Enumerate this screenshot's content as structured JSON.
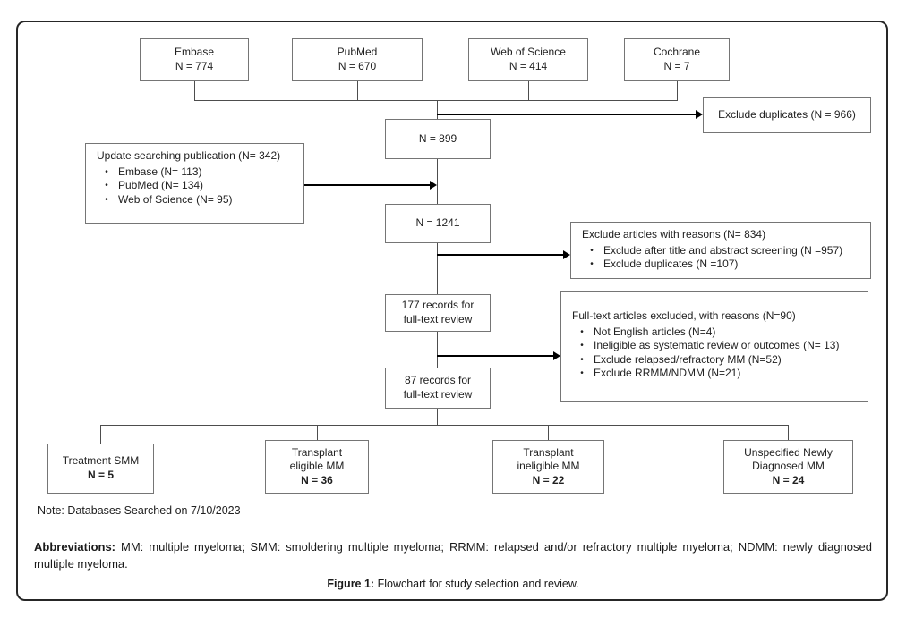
{
  "icons": {
    "bullet": "•"
  },
  "figure": {
    "note": "Note: Databases Searched on 7/10/2023",
    "abbreviations_label": "Abbreviations:",
    "abbreviations_text": " MM: multiple myeloma; SMM: smoldering multiple myeloma; RRMM: relapsed and/or refractory multiple myeloma; NDMM: newly diagnosed multiple myeloma.",
    "caption_label": "Figure 1:",
    "caption_text": " Flowchart for study selection and review."
  },
  "flowchart": {
    "sources": [
      {
        "name": "Embase",
        "count": "N = 774"
      },
      {
        "name": "PubMed",
        "count": "N = 670"
      },
      {
        "name": "Web of Science",
        "count": "N = 414"
      },
      {
        "name": "Cochrane",
        "count": "N  = 7"
      }
    ],
    "exclude_duplicates": {
      "label": "Exclude duplicates (N = 966)"
    },
    "screened": {
      "count": "N = 899"
    },
    "update_search": {
      "title": "Update searching publication (N= 342)",
      "items": [
        "Embase (N= 113)",
        "PubMed (N= 134)",
        "Web of Science (N= 95)"
      ]
    },
    "combined": {
      "count": "N = 1241"
    },
    "exclude_articles": {
      "title": "Exclude articles with reasons (N= 834)",
      "items": [
        "Exclude after title and abstract screening (N =957)",
        "Exclude duplicates (N =107)"
      ]
    },
    "records_177": {
      "line1": "177 records for",
      "line2": "full-text review"
    },
    "fulltext_excluded": {
      "title": "Full-text articles excluded, with reasons (N=90)",
      "items": [
        "Not English articles (N=4)",
        "Ineligible as systematic review or outcomes (N= 13)",
        "Exclude relapsed/refractory MM (N=52)",
        "Exclude RRMM/NDMM (N=21)"
      ]
    },
    "records_87": {
      "line1": "87 records for",
      "line2": "full-text review"
    },
    "outcomes": [
      {
        "line1": "Treatment SMM",
        "line2": "",
        "count": "N = 5"
      },
      {
        "line1": "Transplant",
        "line2": "eligible MM",
        "count": "N = 36"
      },
      {
        "line1": "Transplant",
        "line2": "ineligible MM",
        "count": "N = 22"
      },
      {
        "line1": "Unspecified Newly",
        "line2": "Diagnosed MM",
        "count": "N = 24"
      }
    ]
  }
}
